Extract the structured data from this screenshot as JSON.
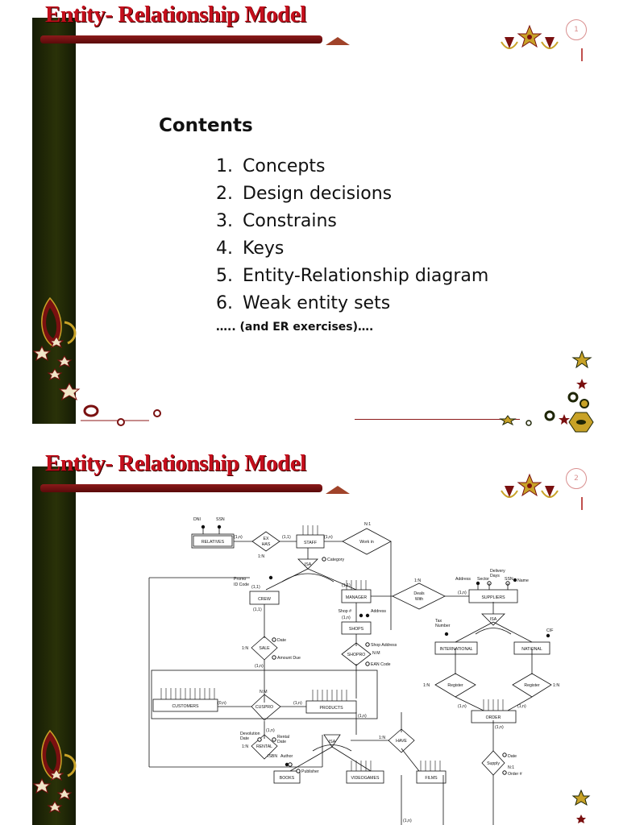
{
  "slide1": {
    "title": "Entity- Relationship Model",
    "page_number": "1",
    "heading": "Contents",
    "toc": [
      {
        "num": "1.",
        "label": "Concepts"
      },
      {
        "num": "2.",
        "label": "Design decisions"
      },
      {
        "num": "3.",
        "label": "Constrains"
      },
      {
        "num": "4.",
        "label": "Keys"
      },
      {
        "num": "5.",
        "label": "Entity-Relationship diagram"
      },
      {
        "num": "6.",
        "label": "Weak entity sets"
      }
    ],
    "note": "….. (and ER exercises)…."
  },
  "slide2": {
    "title": "Entity- Relationship Model",
    "page_number": "2",
    "diagram": {
      "entities": [
        "RELATIVES",
        "STAFF",
        "CREW",
        "MANAGER",
        "SUPPLIERS",
        "SHOPS",
        "INTERNATIONAL",
        "NATIONAL",
        "CUSTOMERS",
        "PRODUCTS",
        "ORDER",
        "BOOKS",
        "VIDEOGAMES",
        "FILMS"
      ],
      "relationships": [
        "EX HAS",
        "Work in",
        "ISA",
        "Deals With",
        "SALE",
        "SHOPRO",
        "CUSPRO",
        "Register",
        "Register",
        "ISA",
        "ISA",
        "HAVE",
        "RENTAL",
        "Supply"
      ],
      "cardinalities": [
        "(1,n)",
        "(1,1)",
        "(1,n)",
        "1:N",
        "N:1",
        "(1,1)",
        "(1,1)",
        "1:N",
        "(1,n)",
        "(1,1)",
        "1:N",
        "(1,n)",
        "N:M",
        "(0,n)",
        "(1,n)",
        "(1,n)",
        "1:N",
        "1:N",
        "(1,n)",
        "(1,n)",
        "(1,n)",
        "(1,n)",
        "1:N",
        "N:1",
        "(1,n)",
        "1:N",
        "(1,n)"
      ],
      "attribute_labels": [
        "DNI",
        "SSN",
        "Category",
        "Promo ID Code",
        "Shop #",
        "Address",
        "Address",
        "Sector",
        "Delivery Days",
        "SSN",
        "Name",
        "Tax Number",
        "CIF",
        "Date",
        "Amount Due",
        "Shop Address",
        "N:M",
        "EAN Code",
        "Devolution Date",
        "Rental Date",
        "ISBN",
        "Author",
        "Publisher",
        "Date",
        "Order #"
      ]
    }
  },
  "colors": {
    "title_red": "#c40f1c",
    "sidebar_dark": "#1e2506",
    "bar_maroon": "#8c1a1a",
    "accent_gold": "#c8a227"
  }
}
